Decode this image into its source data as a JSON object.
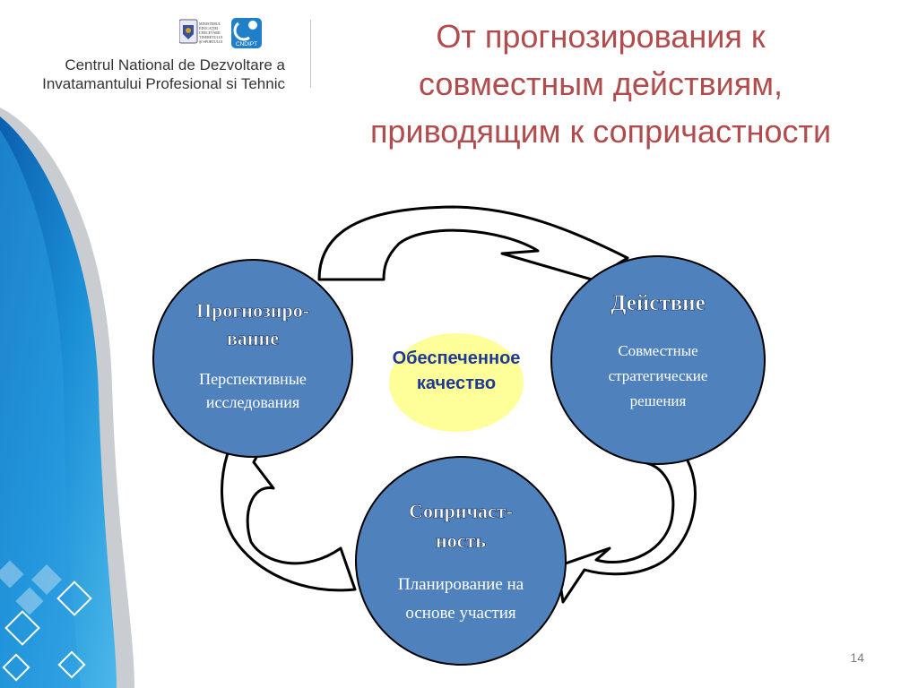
{
  "header": {
    "logo_ministry_text": [
      "MINISTERUL",
      "EDUCAŢIEI",
      "CERCETĂRII",
      "TINERETULUI",
      "ŞI SPORTULUI"
    ],
    "logo_cndipt_text": "CNDIPT",
    "org_line1": "Centrul National de Dezvoltare a",
    "org_line2": "Invatamantului Profesional si Tehnic"
  },
  "title": {
    "line1": "От прогнозирования к",
    "line2": "совместным действиям,",
    "line3": "приводящим к сопричастности"
  },
  "diagram": {
    "center": {
      "line1": "Обеспеченное",
      "line2": "качество"
    },
    "forecast": {
      "title_line1": "Прогнозиро-",
      "title_line2": "вание",
      "text_line1": "Перспективные",
      "text_line2": "исследования"
    },
    "action": {
      "title": "Действие",
      "text_line1": "Совместные",
      "text_line2": "стратегические",
      "text_line3": "решения"
    },
    "involvement": {
      "title_line1": "Сопричаст-",
      "title_line2": "ность",
      "text_line1": "Планирование на",
      "text_line2": "основе участия"
    }
  },
  "colors": {
    "circle_fill": "#4f81bd",
    "center_fill": "#ffff99",
    "title_color": "#b24b4b",
    "center_text": "#1f3a93"
  },
  "footer": {
    "page_number": "14"
  }
}
